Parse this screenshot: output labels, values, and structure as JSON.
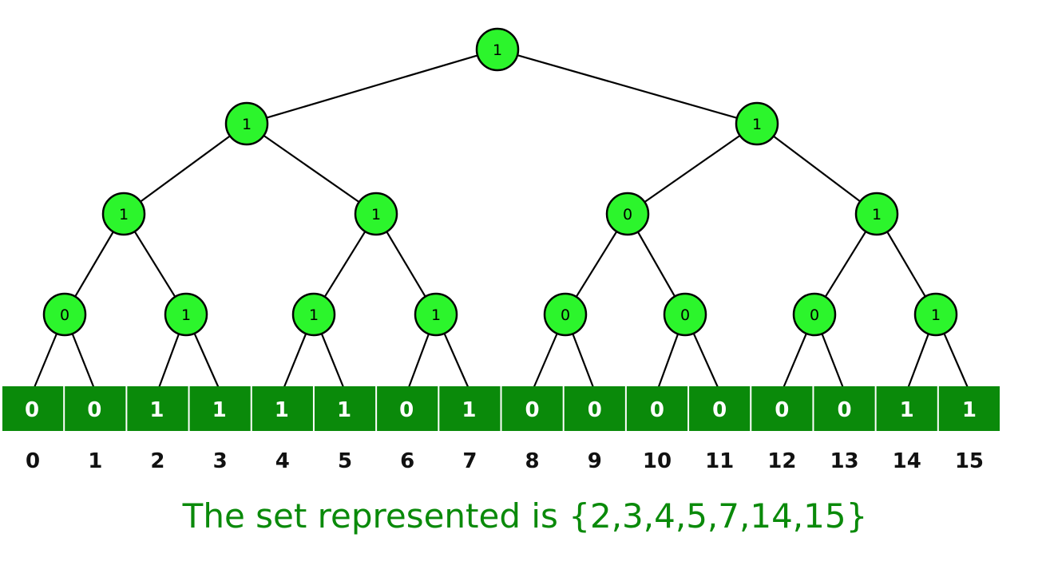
{
  "tree_levels": [
    [
      "1"
    ],
    [
      "1",
      "1"
    ],
    [
      "1",
      "1",
      "0",
      "1"
    ],
    [
      "0",
      "1",
      "1",
      "1",
      "0",
      "0",
      "0",
      "1"
    ]
  ],
  "bits": [
    "0",
    "0",
    "1",
    "1",
    "1",
    "1",
    "0",
    "1",
    "0",
    "0",
    "0",
    "0",
    "0",
    "0",
    "1",
    "1"
  ],
  "indices": [
    "0",
    "1",
    "2",
    "3",
    "4",
    "5",
    "6",
    "7",
    "8",
    "9",
    "10",
    "11",
    "12",
    "13",
    "14",
    "15"
  ],
  "caption": "The set represented is {2,3,4,5,7,14,15}",
  "colors": {
    "node_fill": "#2cf52c",
    "cell_fill": "#0a8a0a",
    "caption": "#0a8a0a"
  }
}
